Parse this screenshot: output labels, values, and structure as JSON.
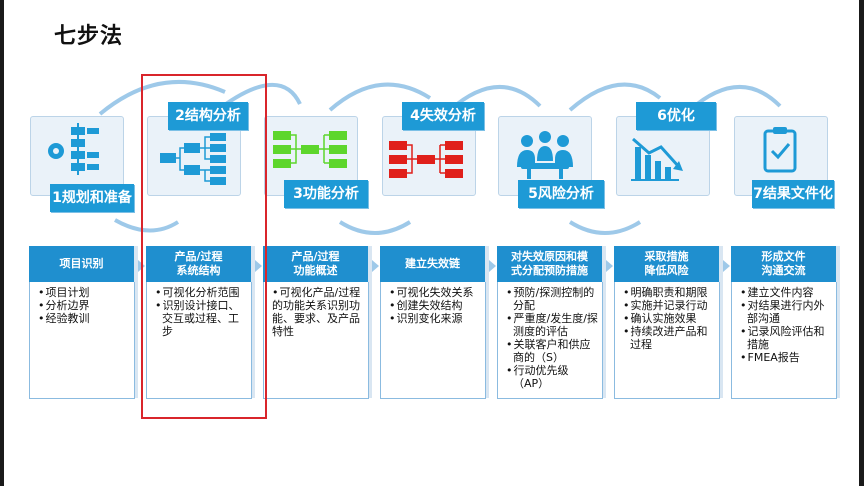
{
  "title": "七步法",
  "steps": [
    {
      "label": "1规划和准备",
      "icon": "workflow-icon",
      "head": [
        "项目识别"
      ],
      "items": [
        "项目计划",
        "分析边界",
        "经验教训"
      ]
    },
    {
      "label": "2结构分析",
      "icon": "structure-tree-icon",
      "head": [
        "产品/过程",
        "系统结构"
      ],
      "items": [
        "可视化分析范围",
        "识别设计接口、交互或过程、工步"
      ]
    },
    {
      "label": "3功能分析",
      "icon": "function-tree-icon",
      "head": [
        "产品/过程",
        "功能概述"
      ],
      "items": [
        "可视化产品/过程的功能关系识别功能、要求、及产品特性"
      ]
    },
    {
      "label": "4失效分析",
      "icon": "failure-tree-icon",
      "head": [
        "建立失效链"
      ],
      "items": [
        "可视化失效关系",
        "创建失效结构",
        "识别变化来源"
      ]
    },
    {
      "label": "5风险分析",
      "icon": "team-meeting-icon",
      "head": [
        "对失效原因和模",
        "式分配预防措施"
      ],
      "items": [
        "预防/探测控制的分配",
        "严重度/发生度/探测度的评估",
        "关联客户和供应商的（S）",
        "行动优先级（AP）"
      ]
    },
    {
      "label": "6优化",
      "icon": "decline-chart-icon",
      "head": [
        "采取措施",
        "降低风险"
      ],
      "items": [
        "明确职责和期限",
        "实施并记录行动",
        "确认实施效果",
        "持续改进产品和过程"
      ]
    },
    {
      "label": "7结果文件化",
      "icon": "checklist-icon",
      "head": [
        "形成文件",
        "沟通交流"
      ],
      "items": [
        "建立文件内容",
        "对结果进行内外部沟通",
        "记录风险评估和措施",
        "FMEA报告"
      ]
    }
  ],
  "colors": {
    "accent": "#1e9ad6",
    "header": "#1f8fcf",
    "highlight": "#d9252b",
    "green": "#5dd62c",
    "red": "#e0201b"
  }
}
